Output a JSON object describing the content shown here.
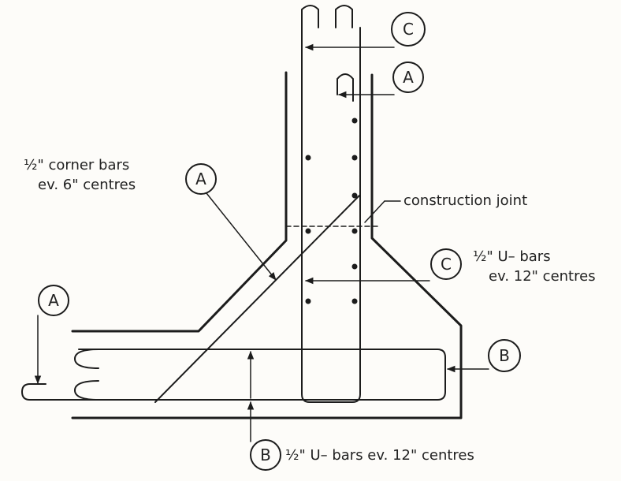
{
  "labels": {
    "corner_bars": [
      "½\" corner bars",
      "ev. 6\" centres"
    ],
    "construction_joint": "construction joint",
    "u_bars_wall": [
      "½\" U– bars",
      "ev. 12\" centres"
    ],
    "u_bars_base": "½\" U– bars ev. 12\" centres"
  },
  "markers": {
    "c_top": "C",
    "a_top": "A",
    "a_left": "A",
    "c_right": "C",
    "a_base": "A",
    "b_right": "B",
    "b_bottom": "B"
  },
  "colors": {
    "ink": "#1c1c1c",
    "paper": "#fdfcf9"
  }
}
